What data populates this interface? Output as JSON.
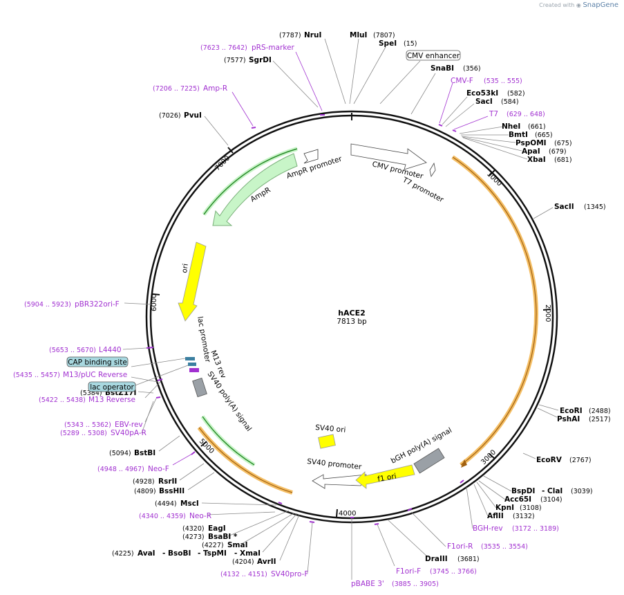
{
  "credit": {
    "prefix": "Created with",
    "brand": "SnapGene"
  },
  "plasmid": {
    "name": "hACE2",
    "length_label": "7813 bp"
  },
  "ticks": [
    "1000",
    "2000",
    "3000",
    "4000",
    "5000",
    "6000",
    "7000"
  ],
  "sites": [
    {
      "name": "NruI",
      "pos": "(7787)"
    },
    {
      "name": "MluI",
      "pos": "(7807)"
    },
    {
      "name": "SpeI",
      "pos": "(15)"
    },
    {
      "name": "SgrDI",
      "pos": "(7577)"
    },
    {
      "name": "SnaBI",
      "pos": "(356)"
    },
    {
      "name": "Eco53kI",
      "pos": "(582)"
    },
    {
      "name": "SacI",
      "pos": "(584)"
    },
    {
      "name": "PvuI",
      "pos": "(7026)"
    },
    {
      "name": "NheI",
      "pos": "(661)"
    },
    {
      "name": "BmtI",
      "pos": "(665)"
    },
    {
      "name": "PspOMI",
      "pos": "(675)"
    },
    {
      "name": "ApaI",
      "pos": "(679)"
    },
    {
      "name": "XbaI",
      "pos": "(681)"
    },
    {
      "name": "SacII",
      "pos": "(1345)"
    },
    {
      "name": "EcoRI",
      "pos": "(2488)"
    },
    {
      "name": "PshAI",
      "pos": "(2517)"
    },
    {
      "name": "EcoRV",
      "pos": "(2767)"
    },
    {
      "name": "BspDI",
      "pos": "- ClaI",
      "pos2": "(3039)"
    },
    {
      "name": "Acc65I",
      "pos": "(3104)"
    },
    {
      "name": "KpnI",
      "pos": "(3108)"
    },
    {
      "name": "AflII",
      "pos": "(3132)"
    },
    {
      "name": "DraIII",
      "pos": "(3681)"
    },
    {
      "name": "BstZ17I",
      "pos": "(5384)"
    },
    {
      "name": "BstBI",
      "pos": "(5094)"
    },
    {
      "name": "RsrII",
      "pos": "(4928)"
    },
    {
      "name": "BssHII",
      "pos": "(4809)"
    },
    {
      "name": "MscI",
      "pos": "(4494)"
    },
    {
      "name": "EagI",
      "pos": "(4320)"
    },
    {
      "name": "BsaBI *",
      "pos": "(4273)"
    },
    {
      "name": "SmaI",
      "pos": "(4227)"
    },
    {
      "name": "AvrII",
      "pos": "(4204)"
    }
  ],
  "multi_site": {
    "pos": "(4225)",
    "names": [
      "AvaI",
      "- BsoBI",
      "- TspMI",
      "- XmaI"
    ]
  },
  "primers": [
    {
      "name": "pRS-marker",
      "pos": "(7623 .. 7642)"
    },
    {
      "name": "Amp-R",
      "pos": "(7206 .. 7225)"
    },
    {
      "name": "CMV-F",
      "pos": "(535 .. 555)"
    },
    {
      "name": "T7",
      "pos": "(629 .. 648)"
    },
    {
      "name": "pBR322ori-F",
      "pos": "(5904 .. 5923)"
    },
    {
      "name": "L4440",
      "pos": "(5653 .. 5670)"
    },
    {
      "name": "M13/pUC Reverse",
      "pos": "(5435 .. 5457)"
    },
    {
      "name": "M13 Reverse",
      "pos": "(5422 .. 5438)"
    },
    {
      "name": "EBV-rev",
      "pos": "(5343 .. 5362)"
    },
    {
      "name": "SV40pA-R",
      "pos": "(5289 .. 5308)"
    },
    {
      "name": "Neo-F",
      "pos": "(4948 .. 4967)"
    },
    {
      "name": "Neo-R",
      "pos": "(4340 .. 4359)"
    },
    {
      "name": "SV40pro-F",
      "pos": "(4132 .. 4151)"
    },
    {
      "name": "pBABE 3'",
      "pos": "(3885 .. 3905)"
    },
    {
      "name": "F1ori-F",
      "pos": "(3745 .. 3766)"
    },
    {
      "name": "F1ori-R",
      "pos": "(3535 .. 3554)"
    },
    {
      "name": "BGH-rev",
      "pos": "(3172 .. 3189)"
    }
  ],
  "boxed_features": [
    "CMV enhancer",
    "CAP binding site",
    "lac operator"
  ],
  "features": [
    "CMV promoter",
    "T7 promoter",
    "AmpR promoter",
    "AmpR",
    "ori",
    "lac promoter",
    "M13 rev",
    "SV40 poly(A) signal",
    "SV40 ori",
    "SV40 promoter",
    "bGH poly(A) signal",
    "f1 ori"
  ],
  "colors": {
    "primer": "#a130d0",
    "orf": "#f0a830",
    "ampr": "#c8f5c8",
    "ori": "#ffff00",
    "box": "#a8d8e0"
  }
}
